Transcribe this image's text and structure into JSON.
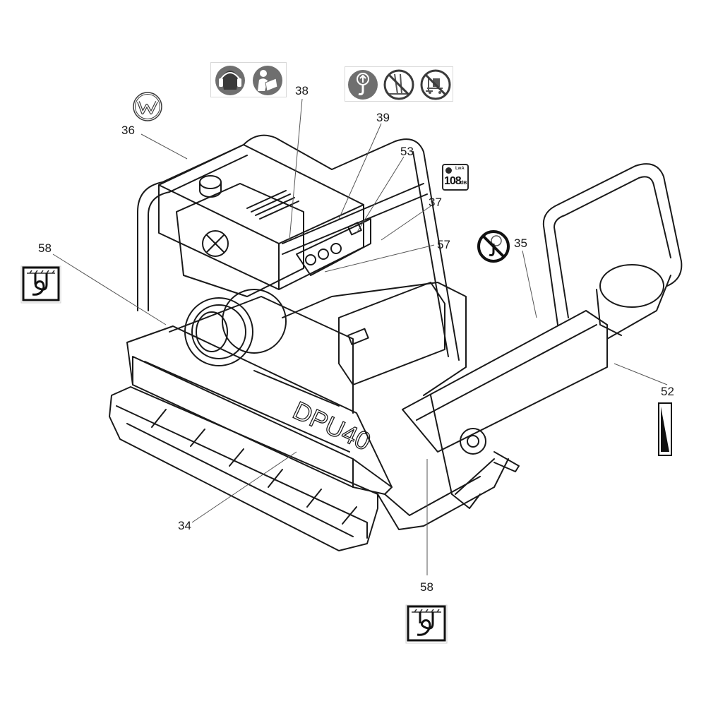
{
  "diagram": {
    "title": "Decal placement diagram",
    "machine_model_text": "DPU40",
    "callouts": [
      {
        "id": "c34",
        "label": "34"
      },
      {
        "id": "c35",
        "label": "35"
      },
      {
        "id": "c36",
        "label": "36"
      },
      {
        "id": "c37",
        "label": "37"
      },
      {
        "id": "c38",
        "label": "38"
      },
      {
        "id": "c39",
        "label": "39"
      },
      {
        "id": "c52",
        "label": "52"
      },
      {
        "id": "c53",
        "label": "53"
      },
      {
        "id": "c57",
        "label": "57"
      },
      {
        "id": "c58a",
        "label": "58"
      },
      {
        "id": "c58b",
        "label": "58"
      }
    ],
    "decals": {
      "ppe": {
        "name": "Wear hearing protection / read manual",
        "icons": [
          "ear-protection-icon",
          "read-manual-icon"
        ]
      },
      "lifting": {
        "name": "Lifting point / no standing under load / no forklift",
        "icons": [
          "lift-hook-icon",
          "no-stand-under-icon",
          "no-forklift-icon"
        ]
      },
      "brand": {
        "name": "Brand logo",
        "letter": "W"
      },
      "noise": {
        "name": "Sound power level",
        "value": "108",
        "unit": "dB",
        "prefix": "LwA"
      },
      "no_lift_handle": {
        "name": "Do not lift by handle"
      },
      "tie_down": {
        "name": "Tie-down point"
      },
      "level": {
        "name": "Fuel / oil level indicator"
      }
    },
    "colors": {
      "line": "#1a1a1a",
      "pictogram_gray": "#6f6f6f",
      "leader": "#555555"
    }
  }
}
